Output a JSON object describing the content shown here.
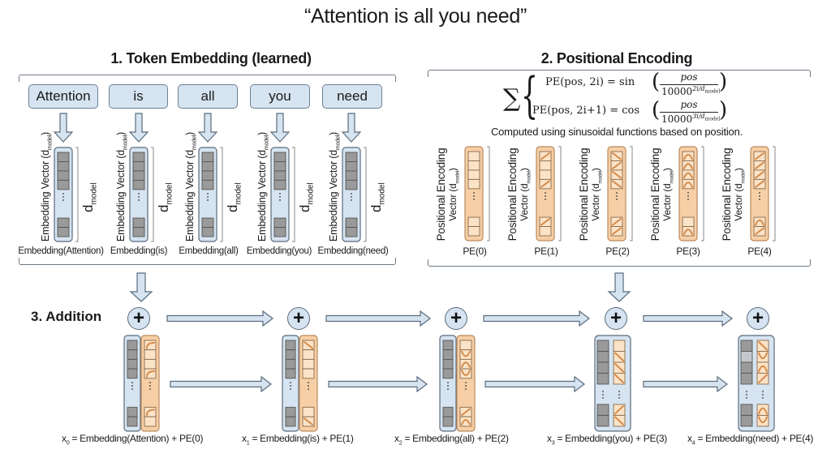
{
  "title": "“Attention is all you need”",
  "sections": {
    "token_embedding": {
      "title": "1. Token Embedding (learned)",
      "tokens": [
        "Attention",
        "is",
        "all",
        "you",
        "need"
      ],
      "vector_label": "Embedding Vector (d",
      "vector_label_sub": "model",
      "vector_label_end": ")",
      "dim_label": "d",
      "dim_label_sub": "model",
      "embedding_labels": [
        "Embedding(Attention)",
        "Embedding(is)",
        "Embedding(all)",
        "Embedding(you)",
        "Embedding(need)"
      ]
    },
    "positional_encoding": {
      "title": "2. Positional Encoding",
      "formula": {
        "sum_symbol": "∑",
        "line1_lhs": "PE(pos, 2i) = sin",
        "line1_num": "pos",
        "line1_den": "10000",
        "line1_exp": "2i/d",
        "line1_exp_sub": "model",
        "line2_lhs": "PE(pos, 2i+1) = cos",
        "line2_num": "pos",
        "line2_den": "10000",
        "line2_exp": "3i/d",
        "line2_exp_sub": "model"
      },
      "caption": "Computed using sinusoidal functions based on position.",
      "vector_label_line1": "Positional Encoding",
      "vector_label_line2": "Vector (d",
      "vector_label_sub": "model",
      "vector_label_end": ")",
      "pe_labels": [
        "PE(0)",
        "PE(1)",
        "PE(2)",
        "PE(3)",
        "PE(4)"
      ]
    },
    "addition": {
      "title": "3. Addition",
      "plus_symbol": "+",
      "results": [
        {
          "var": "x",
          "sub": "0",
          "expr": " = Embedding(Attention) + PE(0)"
        },
        {
          "var": "x",
          "sub": "1",
          "expr": " = Embedding(is) + PE(1)"
        },
        {
          "var": "x",
          "sub": "2",
          "expr": " = Embedding(all) + PE(2)"
        },
        {
          "var": "x",
          "sub": "3",
          "expr": " = Embedding(you) + PE(3)"
        },
        {
          "var": "x",
          "sub": "4",
          "expr": " = Embedding(need) + PE(4)"
        }
      ]
    }
  },
  "colors": {
    "embedding_fill": "#d6e4f1",
    "embedding_cell": "#9a9a9a",
    "pe_fill": "#f7cfa6",
    "pe_cell": "#fbe3c8",
    "pe_wave": "#d68b4a",
    "arrow_fill": "#d6e4f1",
    "stroke": "#5b6b7b"
  }
}
